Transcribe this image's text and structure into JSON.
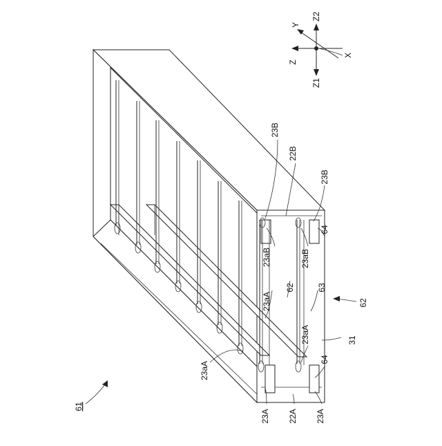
{
  "figure_ref": "61",
  "axes": {
    "y": "Y",
    "z2": "Z2",
    "z": "Z",
    "x": "X",
    "z1": "Z1"
  },
  "labels": {
    "l_23B_top": "23B",
    "l_22B": "22B",
    "l_23B_right": "23B",
    "l_23aB_left": "23aB",
    "l_23aB_right": "23aB",
    "l_64_top": "64",
    "l_23aA_mid": "23aA",
    "l_62_small": "62",
    "l_63": "63",
    "l_62_big": "62",
    "l_23aA_left": "23aA",
    "l_23aA_right": "23aA",
    "l_64_bottom": "64",
    "l_31": "31",
    "l_23A_left": "23A",
    "l_22A": "22A",
    "l_23A_right": "23A"
  }
}
